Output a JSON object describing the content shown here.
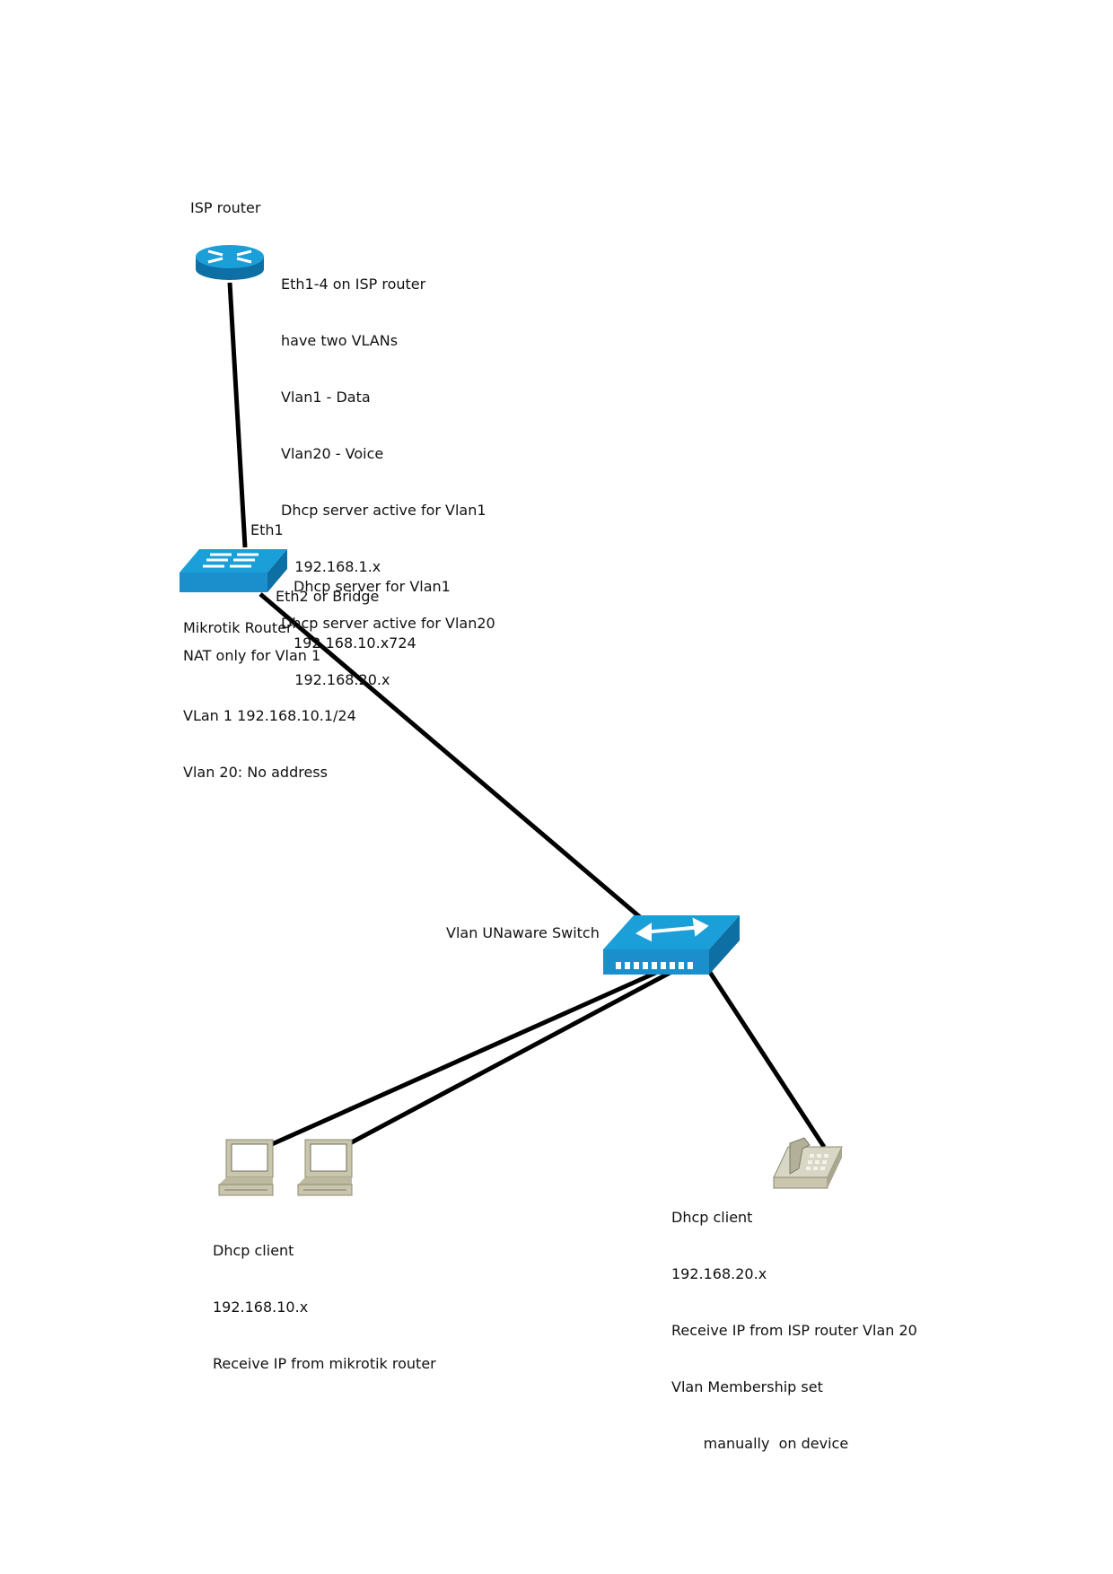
{
  "colors": {
    "device_blue": "#1a9fd8",
    "device_blue_dark": "#0d6fa3",
    "link": "#000000",
    "pc_beige": "#c9c6ad"
  },
  "isp_router": {
    "icon": "router-icon",
    "title": "ISP router",
    "notes": [
      "Eth1-4 on ISP router",
      "have two VLANs",
      "Vlan1 - Data",
      "Vlan20 - Voice",
      "Dhcp server active for Vlan1",
      "   192.168.1.x",
      "Dhcp server active for Vlan20",
      "   192.168.20.x"
    ]
  },
  "mikrotik": {
    "icon": "layer3-switch-icon",
    "eth1": "Eth1",
    "eth2": "Eth2 or Bridge",
    "dhcp_notes": [
      "Dhcp server for Vlan1",
      "192.168.10.x724"
    ],
    "title": "Mikrotik Router",
    "nat": "NAT only for Vlan 1",
    "vlan_notes": [
      "VLan 1 192.168.10.1/24",
      "Vlan 20: No address"
    ]
  },
  "switch": {
    "icon": "switch-icon",
    "title": "Vlan UNaware Switch"
  },
  "pcs": {
    "icon": "workstation-icon",
    "notes": [
      "Dhcp client",
      "192.168.10.x",
      "Receive IP from mikrotik router"
    ]
  },
  "phone": {
    "icon": "ip-phone-icon",
    "notes": [
      "Dhcp client",
      "192.168.20.x",
      "Receive IP from ISP router Vlan 20",
      "Vlan Membership set",
      "       manually  on device"
    ]
  }
}
